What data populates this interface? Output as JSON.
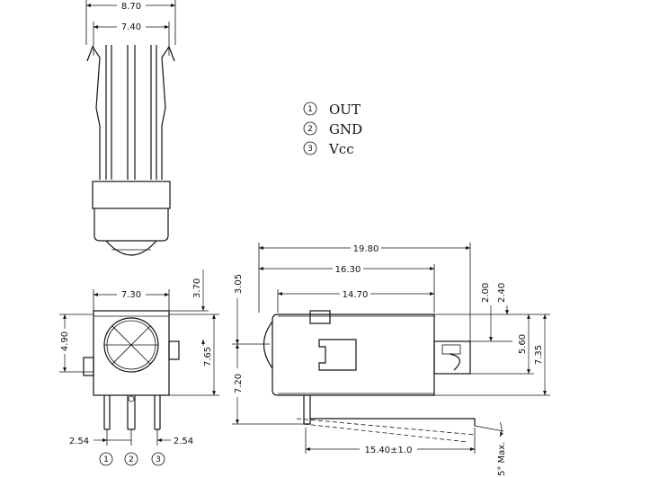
{
  "legend": {
    "items": [
      {
        "num": "1",
        "label": "OUT"
      },
      {
        "num": "2",
        "label": "GND"
      },
      {
        "num": "3",
        "label": "Vcc"
      }
    ]
  },
  "pins_bottom": [
    "1",
    "2",
    "3"
  ],
  "dims": {
    "top_width": "8.70",
    "top_pitch": "7.40",
    "front_width": "7.30",
    "front_depth": "3.70",
    "front_lens": "4.90",
    "front_height": "7.65",
    "pin_left": "2.54",
    "pin_right": "2.54",
    "side_total": "19.80",
    "side_body": "16.30",
    "side_inner": "14.70",
    "side_gap_a": "2.00",
    "side_gap_b": "2.40",
    "side_lens": "3.05",
    "side_below": "7.20",
    "side_h1": "5.60",
    "side_h2": "7.35",
    "lead_len": "15.40±1.0",
    "angle": "5° Max."
  }
}
